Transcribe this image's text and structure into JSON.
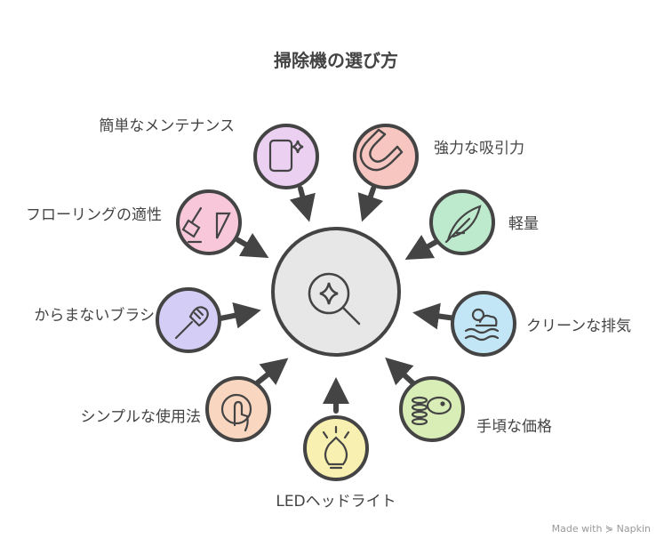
{
  "title": "掃除機の選び方",
  "hub": {
    "icon": "magnifier-sparkle-icon",
    "color": "#e7e7e7"
  },
  "features": [
    {
      "label": "簡単なメンテナンス",
      "icon": "tablet-sparkle-icon",
      "color": "#ecd0f2"
    },
    {
      "label": "強力な吸引力",
      "icon": "magnet-icon",
      "color": "#f7c6c0"
    },
    {
      "label": "フローリングの適性",
      "icon": "broom-floor-icon",
      "color": "#f8c8da"
    },
    {
      "label": "軽量",
      "icon": "feather-icon",
      "color": "#bde9cc"
    },
    {
      "label": "からまないブラシ",
      "icon": "brush-icon",
      "color": "#d4cdf5"
    },
    {
      "label": "クリーンな排気",
      "icon": "fresh-air-icon",
      "color": "#c3e6f6"
    },
    {
      "label": "シンプルな使用法",
      "icon": "tap-hand-icon",
      "color": "#f8d6c0"
    },
    {
      "label": "手頃な価格",
      "icon": "piggy-bank-icon",
      "color": "#d9edb6"
    },
    {
      "label": "LEDヘッドライト",
      "icon": "light-bulb-icon",
      "color": "#f8f0b0"
    }
  ],
  "branding": "Made with ⋟ Napkin"
}
